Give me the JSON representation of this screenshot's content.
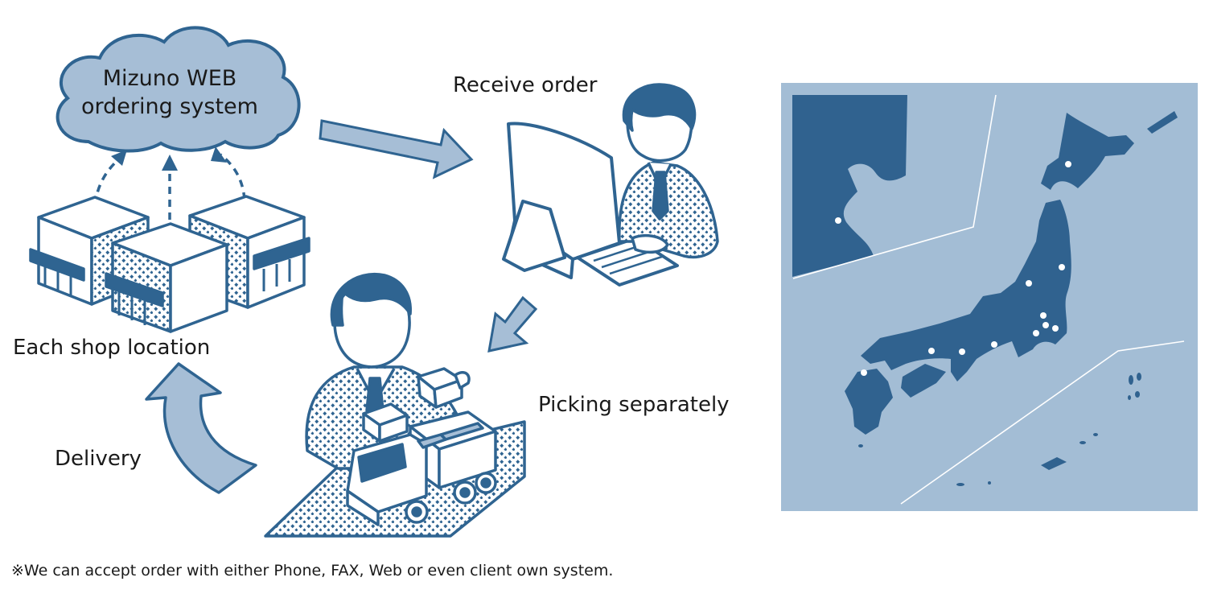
{
  "cloud": {
    "line1": "Mizuno WEB",
    "line2": "ordering system"
  },
  "labels": {
    "receive": "Receive order",
    "shops": "Each shop location",
    "picking": "Picking separately",
    "delivery": "Delivery"
  },
  "footnote": "※We can accept order with either Phone, FAX, Web or even client own system.",
  "colors": {
    "dark": "#2f6491",
    "mid": "#4a78a4",
    "light": "#a6bed6",
    "sea": "#a3bdd5",
    "land": "#30628f"
  }
}
